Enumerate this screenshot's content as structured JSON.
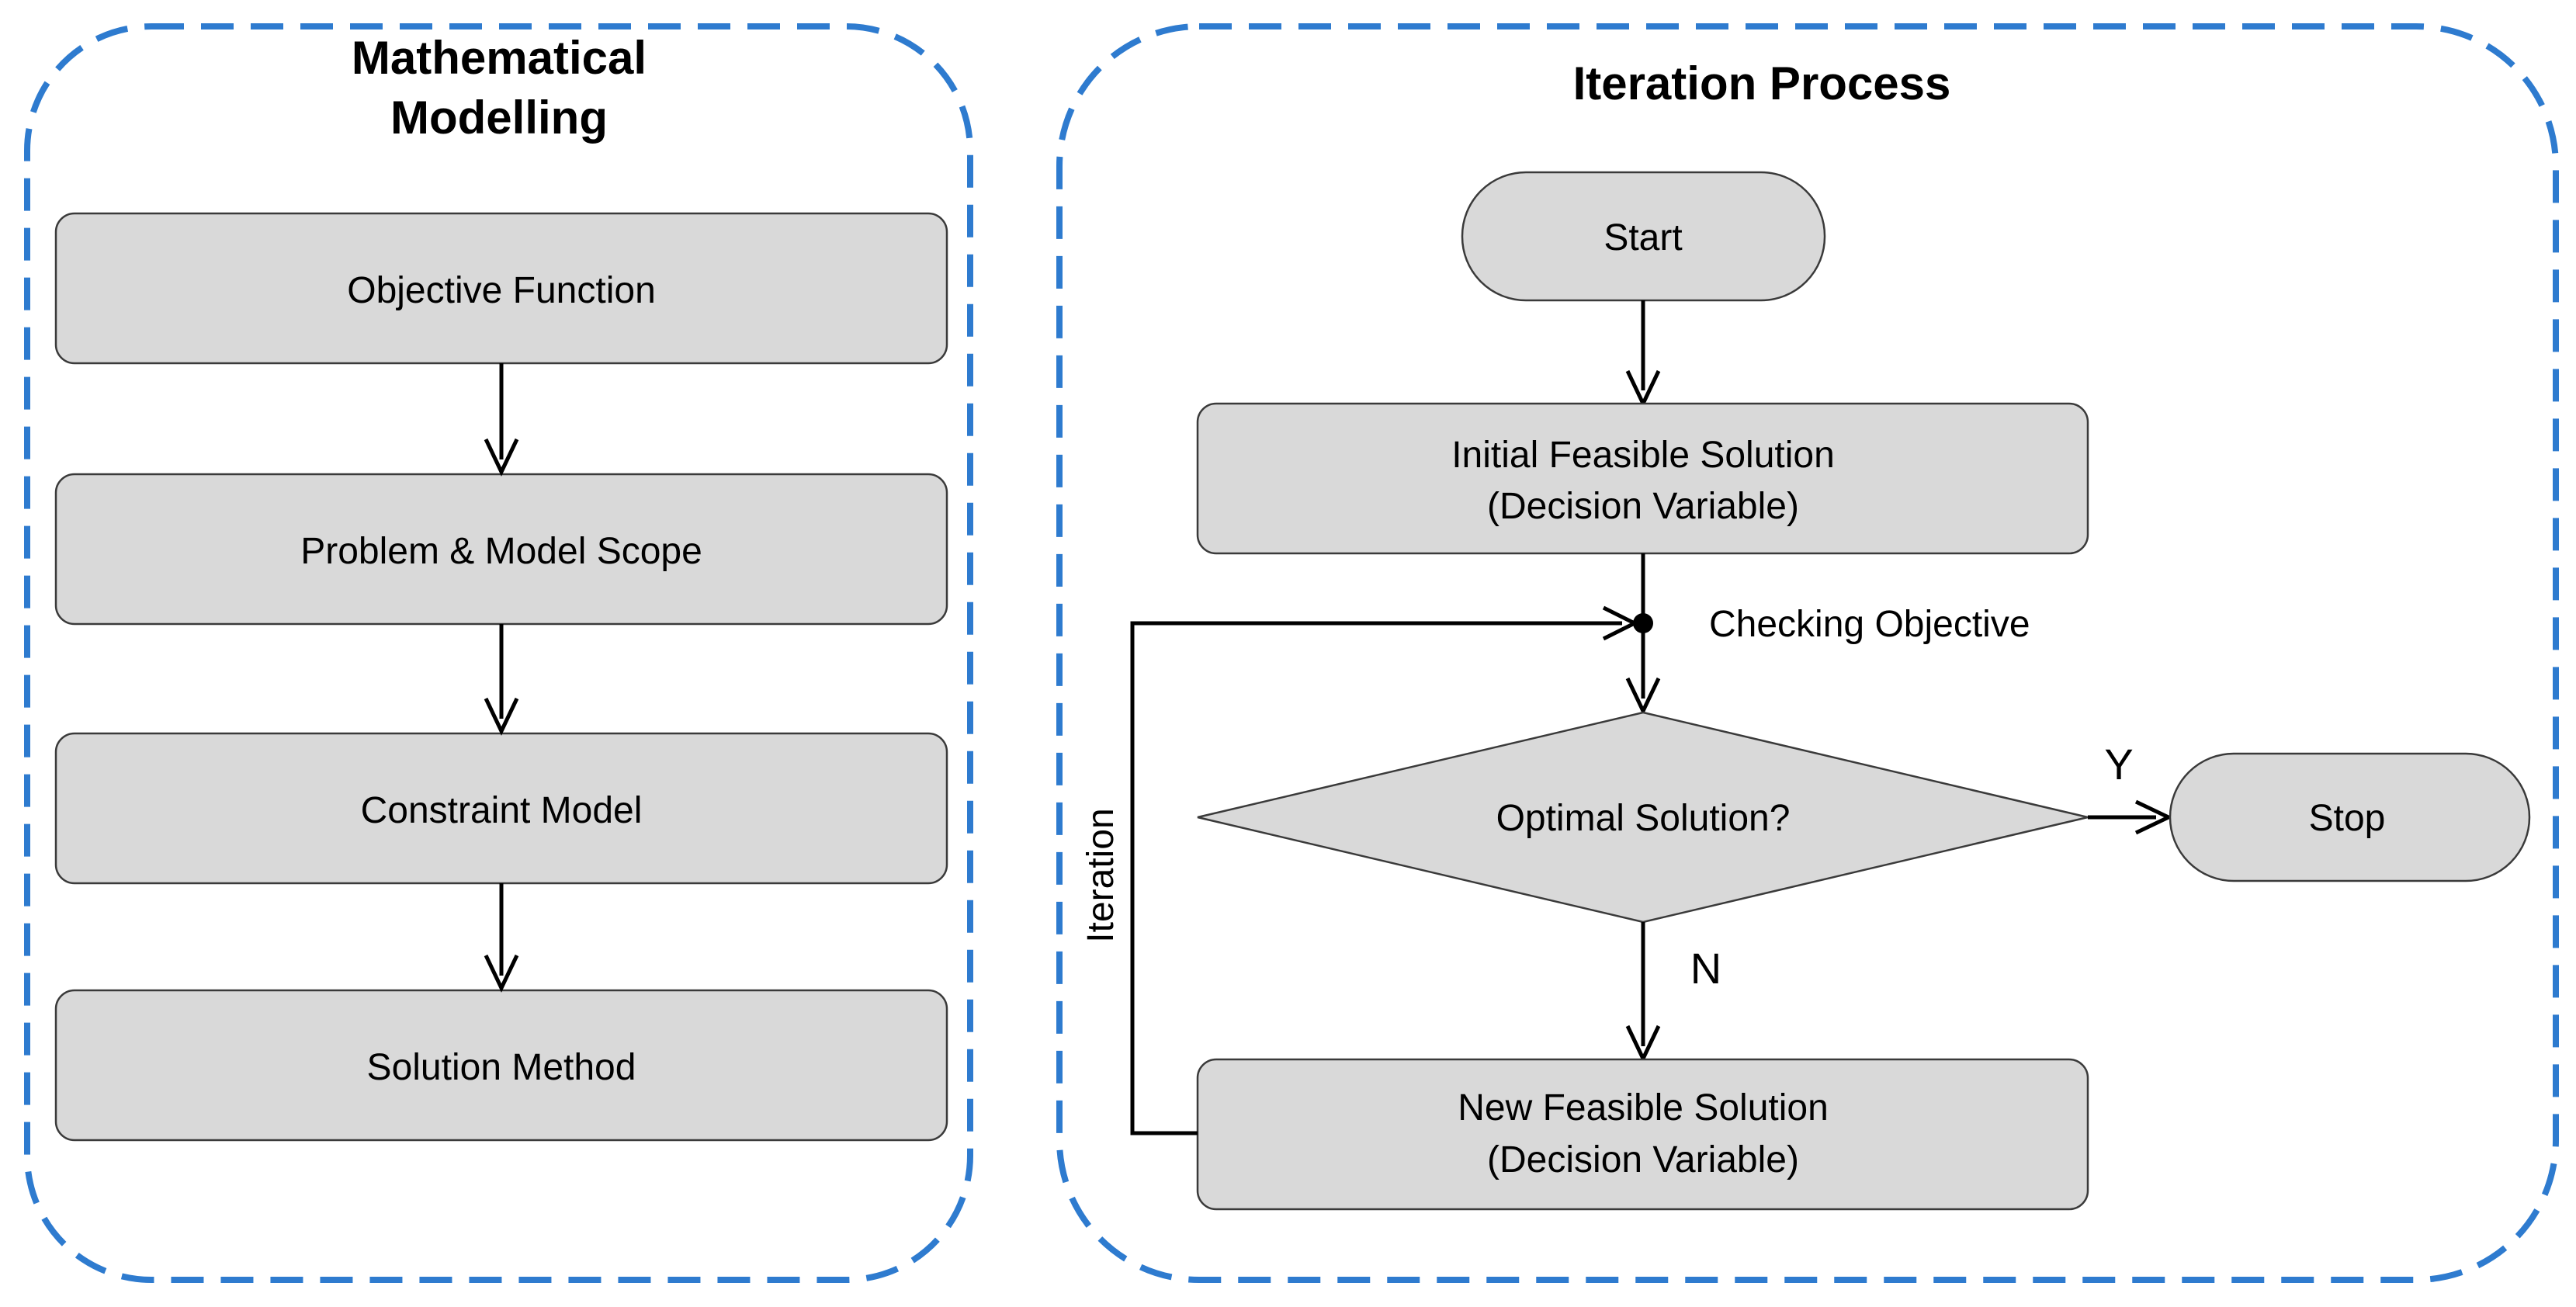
{
  "left_panel": {
    "title_line1": "Mathematical",
    "title_line2": "Modelling",
    "steps": [
      "Objective Function",
      "Problem & Model Scope",
      "Constraint Model",
      "Solution Method"
    ]
  },
  "right_panel": {
    "title": "Iteration Process",
    "start": "Start",
    "initial_line1": "Initial Feasible Solution",
    "initial_line2": "(Decision Variable)",
    "checking": "Checking Objective",
    "decision": "Optimal Solution?",
    "yes": "Y",
    "no": "N",
    "stop": "Stop",
    "new_line1": "New Feasible Solution",
    "new_line2": "(Decision Variable)",
    "loop_label": "Iteration"
  },
  "colors": {
    "group_border": "#2e7bcf",
    "box_fill": "#d9d9d9"
  }
}
